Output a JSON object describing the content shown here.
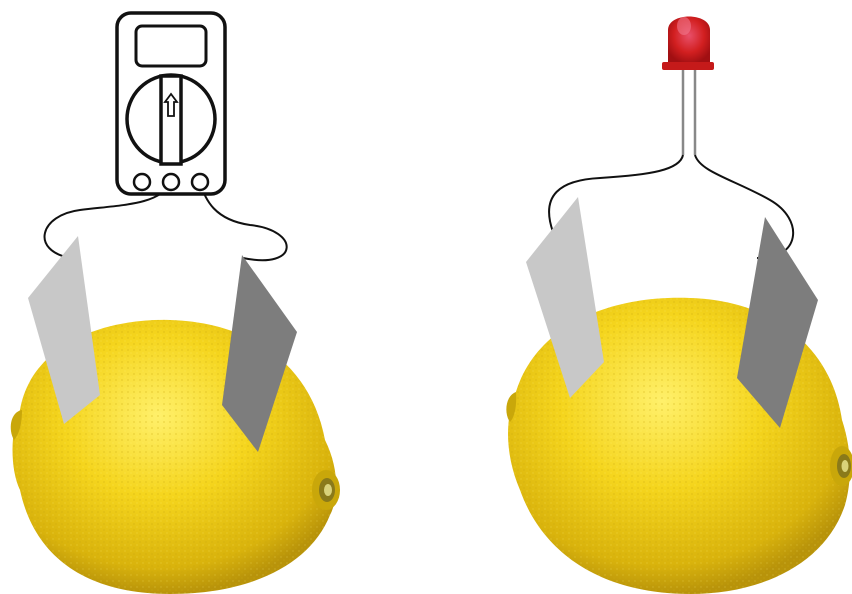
{
  "colors": {
    "background": "#ffffff",
    "lemon": "#f2d21b",
    "lemon_shadow": "#c9a70a",
    "zinc_electrode": "#c8c8c8",
    "copper_electrode": "#7d7d7d",
    "wire": "#111111",
    "led": "#d81f1f",
    "multimeter_outline": "#111111"
  },
  "panels": [
    {
      "id": "left",
      "load": "multimeter"
    },
    {
      "id": "right",
      "load": "led"
    }
  ]
}
